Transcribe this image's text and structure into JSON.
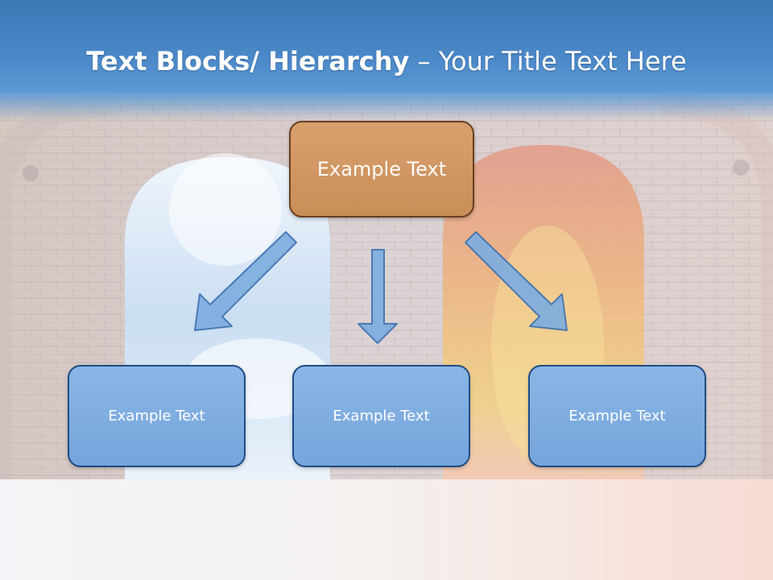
{
  "slide": {
    "title_bold": "Text Blocks/ Hierarchy",
    "title_separator": " – ",
    "title_rest": "Your Title Text Here"
  },
  "hierarchy": {
    "root": {
      "label": "Example Text"
    },
    "children": [
      {
        "label": "Example Text"
      },
      {
        "label": "Example Text"
      },
      {
        "label": "Example Text"
      }
    ]
  },
  "colors": {
    "title_band": "#4a87c8",
    "root_fill": "#d19a68",
    "root_border": "#6b3f1f",
    "child_fill": "#7eaee0",
    "child_border": "#1f4d86",
    "arrow_fill": "#7eaee0",
    "arrow_stroke": "#3f72b0"
  }
}
